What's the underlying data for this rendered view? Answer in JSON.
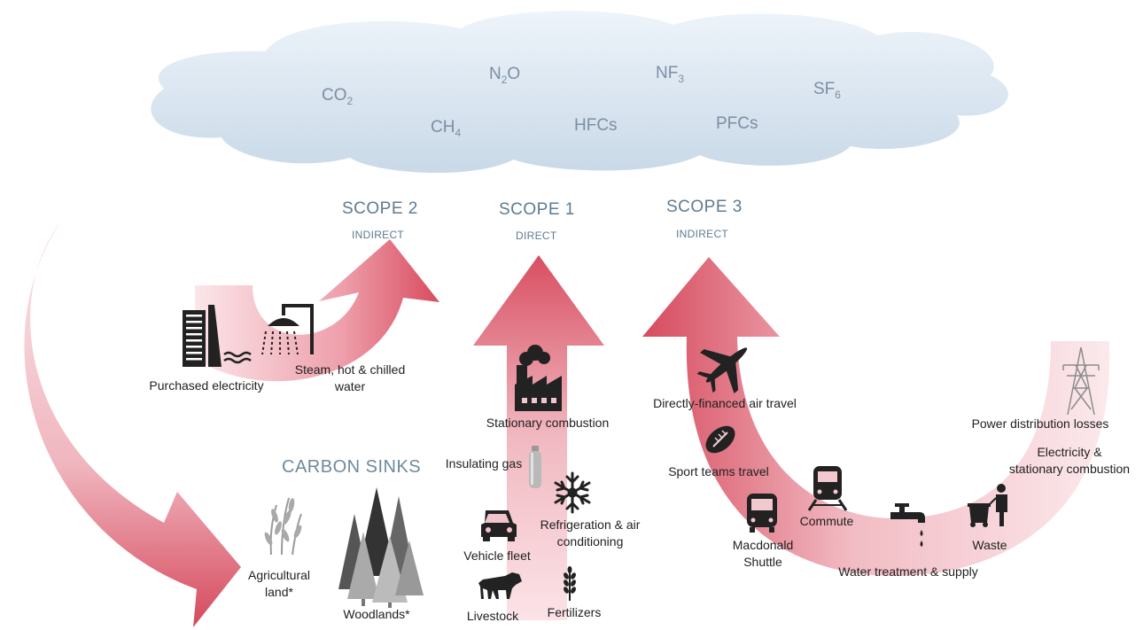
{
  "gases": [
    {
      "base": "CO",
      "sub": "2"
    },
    {
      "base": "N",
      "sub": "2",
      "rest": "O"
    },
    {
      "base": "NF",
      "sub": "3"
    },
    {
      "base": "SF",
      "sub": "6"
    },
    {
      "base": "CH",
      "sub": "4"
    },
    {
      "base": "HFCs",
      "sub": ""
    },
    {
      "base": "PFCs",
      "sub": ""
    }
  ],
  "scopes": {
    "scope2": {
      "title": "SCOPE 2",
      "subtitle": "INDIRECT"
    },
    "scope1": {
      "title": "SCOPE 1",
      "subtitle": "DIRECT"
    },
    "scope3": {
      "title": "SCOPE 3",
      "subtitle": "INDIRECT"
    }
  },
  "sinks": {
    "title": "CARBON SINKS",
    "agricultural": [
      "Agricultural",
      "land*"
    ],
    "woodlands": "Woodlands*"
  },
  "scope2_items": {
    "electricity": "Purchased electricity",
    "steam": [
      "Steam, hot & chilled",
      "water"
    ]
  },
  "scope1_items": {
    "stationary": "Stationary combustion",
    "insulating": "Insulating gas",
    "refrigeration": [
      "Refrigeration & air",
      "conditioning"
    ],
    "vehicle": "Vehicle fleet",
    "livestock": "Livestock",
    "fertilizers": "Fertilizers"
  },
  "scope3_items": {
    "air": "Directly-financed air travel",
    "sport": "Sport teams travel",
    "shuttle": [
      "Macdonald",
      "Shuttle"
    ],
    "commute": "Commute",
    "water": "Water treatment & supply",
    "waste": "Waste",
    "power": "Power distribution losses",
    "elec": [
      "Electricity &",
      "stationary combustion"
    ]
  },
  "colors": {
    "arrow_dark": "#d24b5c",
    "arrow_light": "#f6d9dd",
    "cloud_top": "#e9f1f8",
    "cloud_bottom": "#cddcea",
    "text_gas": "#7c8ea3",
    "text_scope": "#5f7b90"
  }
}
